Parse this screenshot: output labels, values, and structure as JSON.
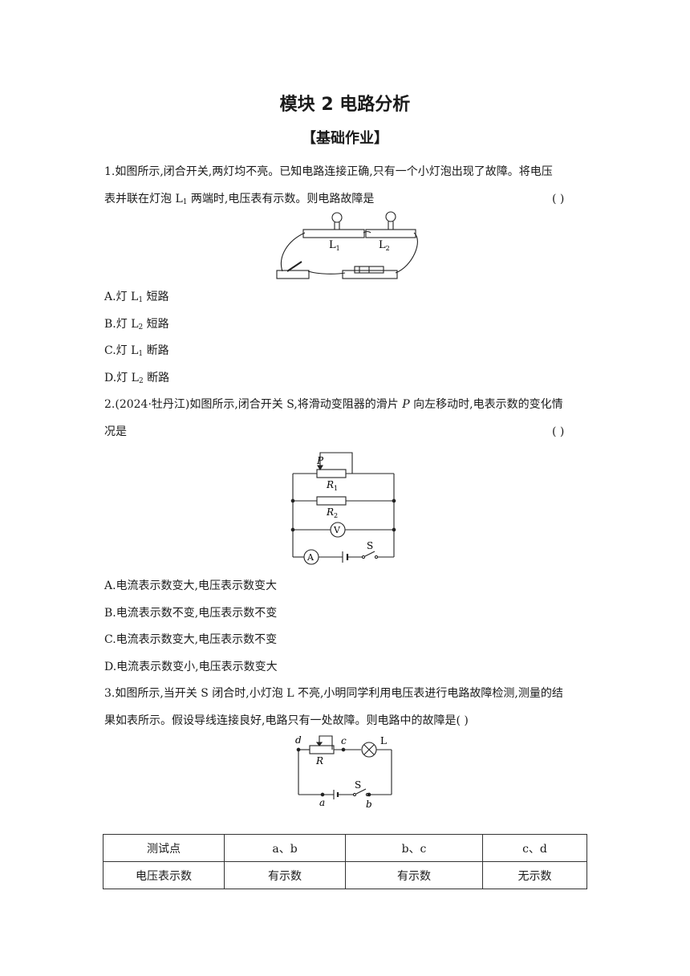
{
  "title": "模块 2  电路分析",
  "section": "【基础作业】",
  "q1": {
    "line1": "1.如图所示,闭合开关,两灯均不亮。已知电路连接正确,只有一个小灯泡出现了故障。将电压",
    "line2_pre": "表并联在灯泡 L",
    "line2_sub": "1",
    "line2_post": " 两端时,电压表有示数。则电路故障是",
    "bracket": "(        )",
    "fig": {
      "lamp1": "L",
      "lamp1_sub": "1",
      "lamp2": "L",
      "lamp2_sub": "2"
    },
    "options": [
      {
        "pre": "A.灯 L",
        "sub": "1",
        "post": " 短路"
      },
      {
        "pre": "B.灯 L",
        "sub": "2",
        "post": " 短路"
      },
      {
        "pre": "C.灯 L",
        "sub": "1",
        "post": " 断路"
      },
      {
        "pre": "D.灯 L",
        "sub": "2",
        "post": " 断路"
      }
    ]
  },
  "q2": {
    "line1_pre": "2.(2024·牡丹江)如图所示,闭合开关 S,将滑动变阻器的滑片 ",
    "line1_var": "P",
    "line1_post": " 向左移动时,电表示数的变化情",
    "line2": "况是",
    "bracket": "(        )",
    "fig": {
      "p": "P",
      "r1": "R",
      "r1_sub": "1",
      "r2": "R",
      "r2_sub": "2",
      "v": "V",
      "a": "A",
      "s": "S"
    },
    "options": [
      "A.电流表示数变大,电压表示数变大",
      "B.电流表示数不变,电压表示数不变",
      "C.电流表示数变大,电压表示数不变",
      "D.电流表示数变小,电压表示数变大"
    ]
  },
  "q3": {
    "line1": "3.如图所示,当开关 S 闭合时,小灯泡 L 不亮,小明同学利用电压表进行电路故障检测,测量的结",
    "line2": "果如表所示。假设导线连接良好,电路只有一处故障。则电路中的故障是(        )",
    "fig": {
      "d": "d",
      "c": "c",
      "r": "R",
      "l": "L",
      "s": "S",
      "a": "a",
      "b": "b"
    },
    "table": {
      "header": [
        "测试点",
        "a、b",
        "b、c",
        "c、d"
      ],
      "row": [
        "电压表示数",
        "有示数",
        "有示数",
        "无示数"
      ]
    }
  }
}
